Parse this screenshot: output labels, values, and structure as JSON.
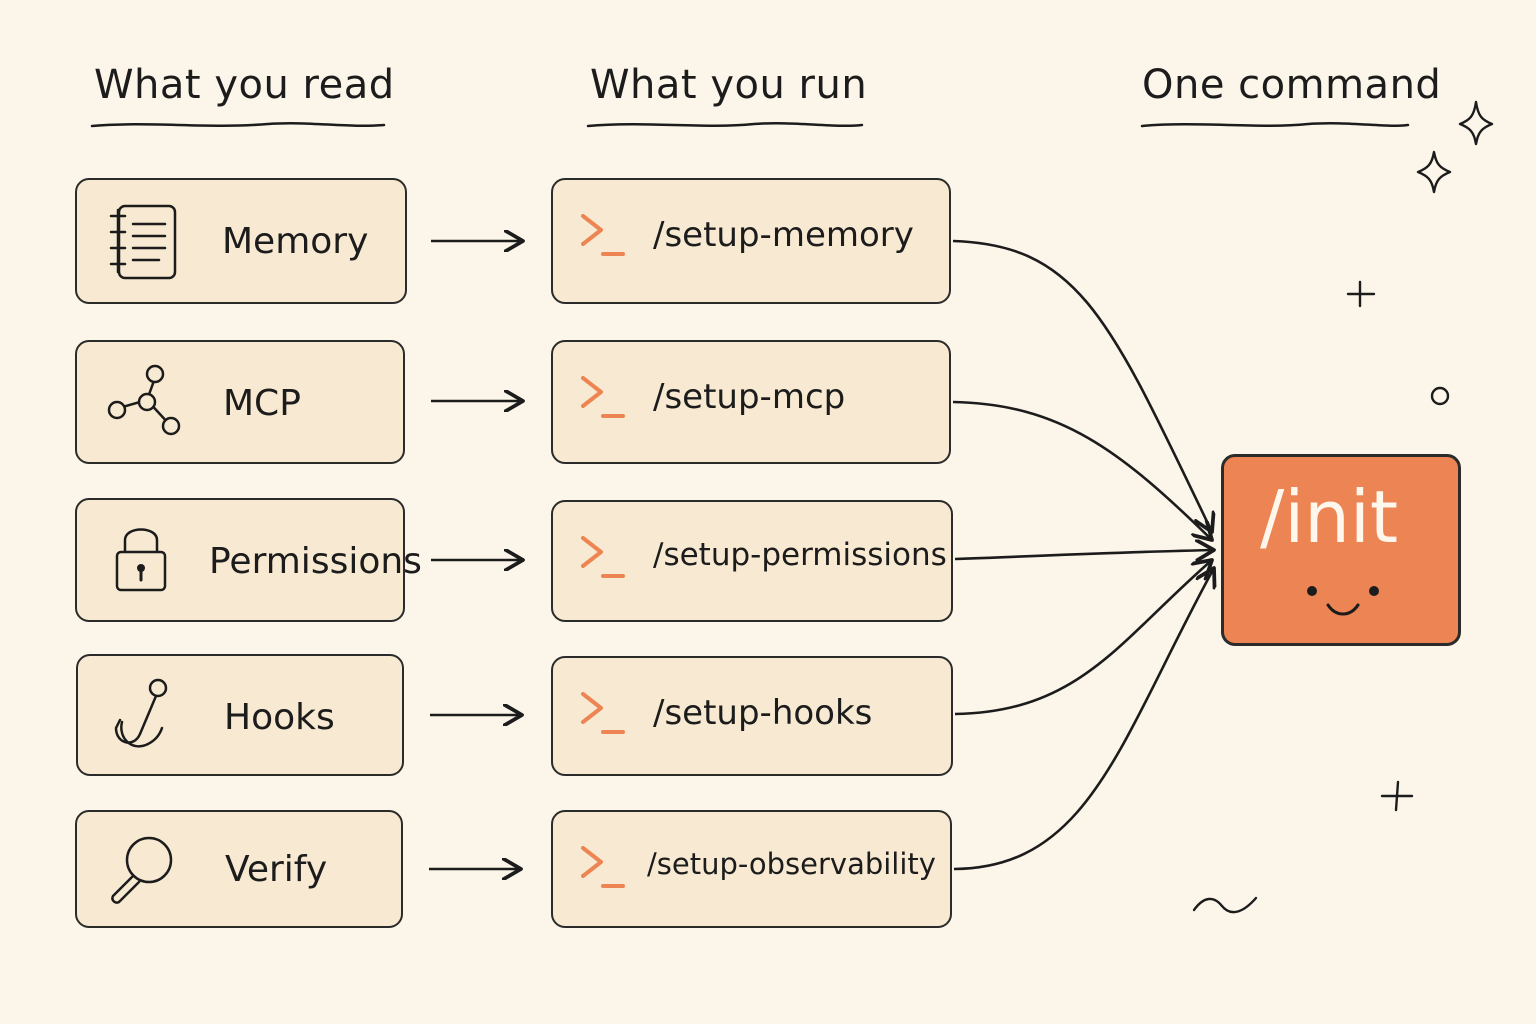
{
  "headings": {
    "read": "What you read",
    "run": "What you run",
    "command": "One command"
  },
  "read_items": [
    {
      "label": "Memory",
      "icon": "notebook-icon"
    },
    {
      "label": "MCP",
      "icon": "network-nodes-icon"
    },
    {
      "label": "Permissions",
      "icon": "padlock-icon"
    },
    {
      "label": "Hooks",
      "icon": "hook-icon"
    },
    {
      "label": "Verify",
      "icon": "magnifier-icon"
    }
  ],
  "run_items": [
    {
      "label": "/setup-memory",
      "icon": "terminal-prompt-icon"
    },
    {
      "label": "/setup-mcp",
      "icon": "terminal-prompt-icon"
    },
    {
      "label": "/setup-permissions",
      "icon": "terminal-prompt-icon"
    },
    {
      "label": "/setup-hooks",
      "icon": "terminal-prompt-icon"
    },
    {
      "label": "/setup-observability",
      "icon": "terminal-prompt-icon"
    }
  ],
  "command": {
    "label": "/init",
    "icon": "smiley-face-icon"
  },
  "colors": {
    "background": "#fcf6ea",
    "card_fill": "#f8ead2",
    "accent": "#ed8453",
    "ink": "#1c1c1c"
  }
}
